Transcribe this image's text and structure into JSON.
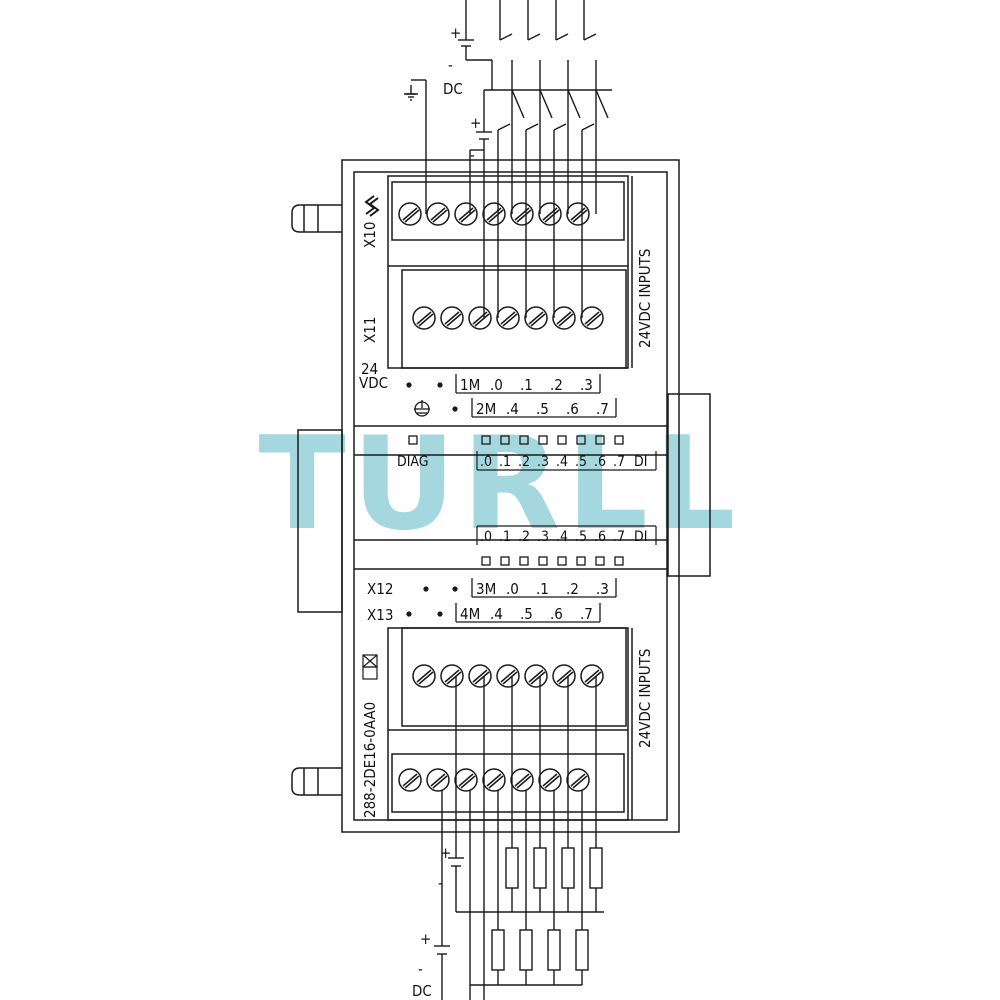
{
  "colors": {
    "line": "#1a1a1a",
    "background": "#ffffff",
    "watermark": "#7fc8d0",
    "watermark_opacity": "0.7"
  },
  "module": {
    "article_number": "288-2DE16-0AA0",
    "logo_icon": "siemens-s-logo-icon",
    "ce_icon": "xc-mark-icon",
    "function_label_top": "24VDC INPUTS",
    "function_label_bottom": "24VDC INPUTS"
  },
  "connectors": {
    "x10": "X10",
    "x11": "X11",
    "x12": "X12",
    "x13": "X13"
  },
  "power": {
    "label_24": "24",
    "label_vdc": "VDC",
    "ground_icon": "protective-earth-icon"
  },
  "terminals": {
    "row1": [
      {
        "id": "1m",
        "label": "1M"
      },
      {
        "id": "0",
        "label": ".0"
      },
      {
        "id": "1",
        "label": ".1"
      },
      {
        "id": "2",
        "label": ".2"
      },
      {
        "id": "3",
        "label": ".3"
      }
    ],
    "row2": [
      {
        "id": "2m",
        "label": "2M"
      },
      {
        "id": "4",
        "label": ".4"
      },
      {
        "id": "5",
        "label": ".5"
      },
      {
        "id": "6",
        "label": ".6"
      },
      {
        "id": "7",
        "label": ".7"
      }
    ],
    "row3": [
      {
        "id": "3m",
        "label": "3M"
      },
      {
        "id": "0",
        "label": ".0"
      },
      {
        "id": "1",
        "label": ".1"
      },
      {
        "id": "2",
        "label": ".2"
      },
      {
        "id": "3",
        "label": ".3"
      }
    ],
    "row4": [
      {
        "id": "4m",
        "label": "4M"
      },
      {
        "id": "4",
        "label": ".4"
      },
      {
        "id": "5",
        "label": ".5"
      },
      {
        "id": "6",
        "label": ".6"
      },
      {
        "id": "7",
        "label": ".7"
      }
    ]
  },
  "status_leds": {
    "diag_label": "DIAG",
    "upper": [
      ".0",
      ".1",
      ".2",
      ".3",
      ".4",
      ".5",
      ".6",
      ".7"
    ],
    "upper_suffix": "DI",
    "lower": [
      ".0",
      ".1",
      ".2",
      ".3",
      ".4",
      ".5",
      ".6",
      ".7"
    ],
    "lower_suffix": "DI"
  },
  "supply": {
    "top_plus": "+",
    "top_minus": "-",
    "top_dc": "DC",
    "inner_plus": "+",
    "inner_minus": "-",
    "bottom_inner_plus": "+",
    "bottom_inner_minus": "-",
    "bottom_plus": "+",
    "bottom_minus": "-",
    "bottom_dc": "DC"
  },
  "watermark": "TURLL"
}
